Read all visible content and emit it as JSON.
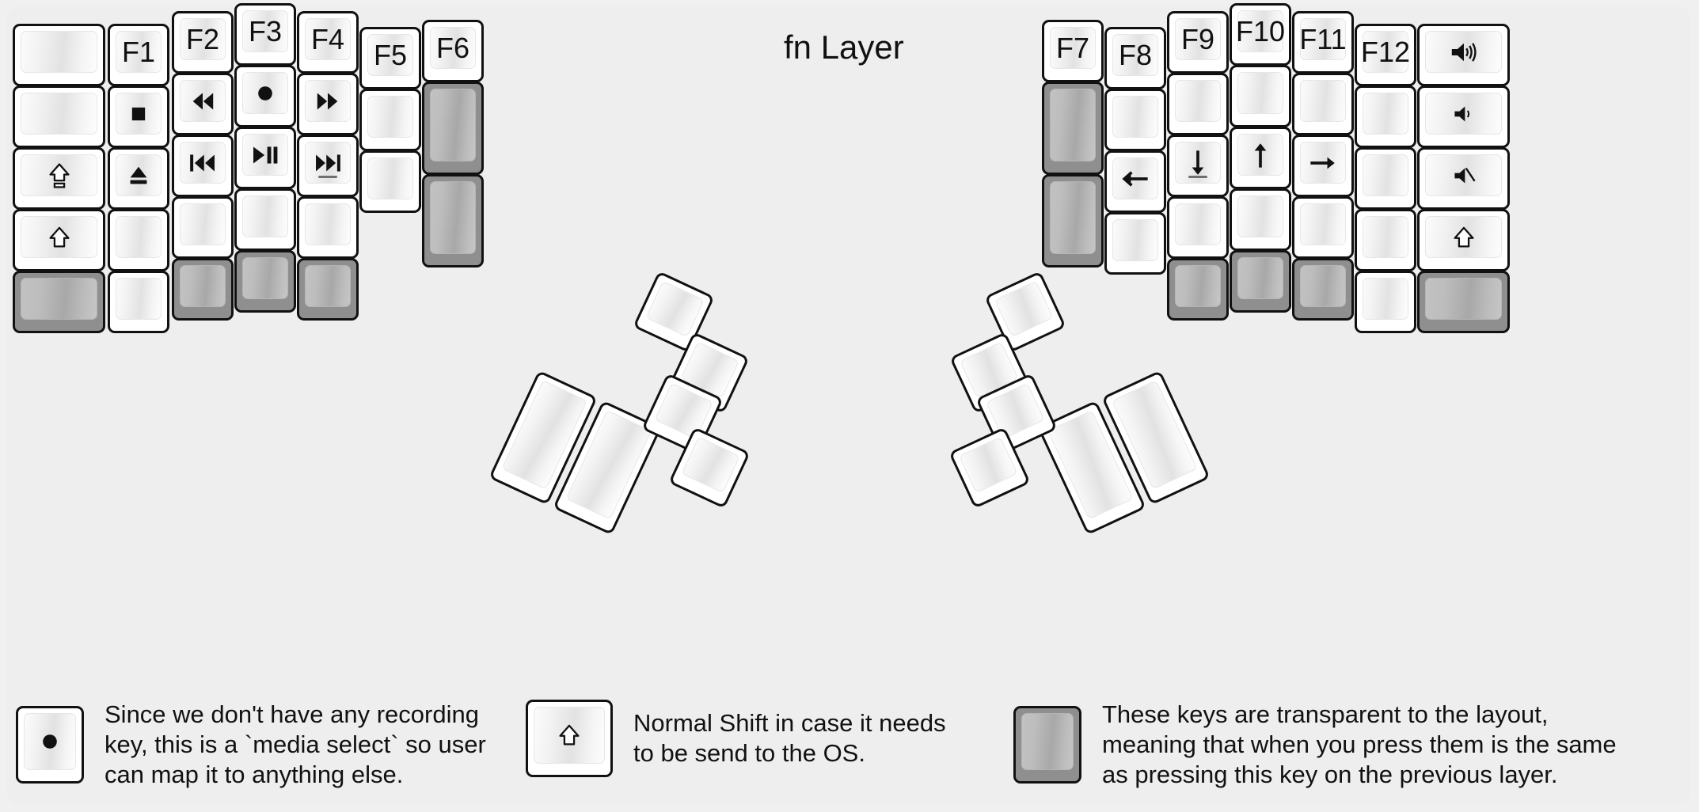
{
  "title": "fn Layer",
  "colors": {
    "background": "#f0f0f0",
    "panel": "#eeeeee",
    "key_face": "#ffffff",
    "key_outline": "#111111",
    "transparent_key": "#8f8f8f",
    "legend_text": "#111111"
  },
  "left_half": {
    "columns": [
      {
        "name": "pinky-outer",
        "keys": [
          {
            "label": "",
            "icon": "",
            "style": "normal"
          },
          {
            "label": "",
            "icon": "",
            "style": "normal"
          },
          {
            "label": "",
            "icon": "caps-lock-icon",
            "style": "normal"
          },
          {
            "label": "",
            "icon": "shift-icon",
            "style": "normal"
          },
          {
            "label": "",
            "icon": "",
            "style": "transparent"
          }
        ]
      },
      {
        "name": "pinky",
        "keys": [
          {
            "label": "F1",
            "icon": "",
            "style": "normal"
          },
          {
            "label": "",
            "icon": "media-stop-icon",
            "style": "normal"
          },
          {
            "label": "",
            "icon": "media-eject-icon",
            "style": "normal"
          },
          {
            "label": "",
            "icon": "",
            "style": "normal"
          },
          {
            "label": "",
            "icon": "",
            "style": "normal"
          }
        ]
      },
      {
        "name": "ring",
        "keys": [
          {
            "label": "F2",
            "icon": "",
            "style": "normal"
          },
          {
            "label": "",
            "icon": "media-rewind-icon",
            "style": "normal"
          },
          {
            "label": "",
            "icon": "media-previous-icon",
            "style": "normal"
          },
          {
            "label": "",
            "icon": "",
            "style": "normal"
          },
          {
            "label": "",
            "icon": "",
            "style": "transparent"
          }
        ]
      },
      {
        "name": "middle",
        "keys": [
          {
            "label": "F3",
            "icon": "",
            "style": "normal"
          },
          {
            "label": "",
            "icon": "media-record-icon",
            "style": "normal"
          },
          {
            "label": "",
            "icon": "media-play-pause-icon",
            "style": "normal"
          },
          {
            "label": "",
            "icon": "",
            "style": "normal"
          },
          {
            "label": "",
            "icon": "",
            "style": "transparent"
          }
        ]
      },
      {
        "name": "index",
        "keys": [
          {
            "label": "F4",
            "icon": "",
            "style": "normal"
          },
          {
            "label": "",
            "icon": "media-fast-forward-icon",
            "style": "normal"
          },
          {
            "label": "",
            "icon": "media-next-icon",
            "style": "normal",
            "homing": true
          },
          {
            "label": "",
            "icon": "",
            "style": "normal"
          },
          {
            "label": "",
            "icon": "",
            "style": "transparent"
          }
        ]
      },
      {
        "name": "index-inner",
        "keys": [
          {
            "label": "F5",
            "icon": "",
            "style": "normal"
          },
          {
            "label": "",
            "icon": "",
            "style": "normal"
          },
          {
            "label": "",
            "icon": "",
            "style": "normal"
          }
        ]
      },
      {
        "name": "inner",
        "keys": [
          {
            "label": "F6",
            "icon": "",
            "style": "normal"
          },
          {
            "label": "",
            "icon": "",
            "style": "transparent"
          },
          {
            "label": "",
            "icon": "",
            "style": "transparent"
          }
        ]
      }
    ],
    "thumb_cluster": {
      "big_keys": 2,
      "small_keys": 4,
      "labels": [
        "",
        "",
        "",
        "",
        "",
        ""
      ]
    }
  },
  "right_half": {
    "columns": [
      {
        "name": "inner",
        "keys": [
          {
            "label": "F7",
            "icon": "",
            "style": "normal"
          },
          {
            "label": "",
            "icon": "",
            "style": "transparent"
          },
          {
            "label": "",
            "icon": "",
            "style": "transparent"
          }
        ]
      },
      {
        "name": "index-inner",
        "keys": [
          {
            "label": "F8",
            "icon": "",
            "style": "normal"
          },
          {
            "label": "",
            "icon": "",
            "style": "normal"
          },
          {
            "label": "",
            "icon": "arrow-left-icon",
            "style": "normal"
          },
          {
            "label": "",
            "icon": "",
            "style": "normal"
          }
        ]
      },
      {
        "name": "index",
        "keys": [
          {
            "label": "F9",
            "icon": "",
            "style": "normal"
          },
          {
            "label": "",
            "icon": "",
            "style": "normal"
          },
          {
            "label": "",
            "icon": "arrow-down-icon",
            "style": "normal",
            "homing": true
          },
          {
            "label": "",
            "icon": "",
            "style": "normal"
          },
          {
            "label": "",
            "icon": "",
            "style": "transparent"
          }
        ]
      },
      {
        "name": "middle",
        "keys": [
          {
            "label": "F10",
            "icon": "",
            "style": "normal"
          },
          {
            "label": "",
            "icon": "",
            "style": "normal"
          },
          {
            "label": "",
            "icon": "arrow-up-icon",
            "style": "normal"
          },
          {
            "label": "",
            "icon": "",
            "style": "normal"
          },
          {
            "label": "",
            "icon": "",
            "style": "transparent"
          }
        ]
      },
      {
        "name": "ring",
        "keys": [
          {
            "label": "F11",
            "icon": "",
            "style": "normal"
          },
          {
            "label": "",
            "icon": "",
            "style": "normal"
          },
          {
            "label": "",
            "icon": "arrow-right-icon",
            "style": "normal"
          },
          {
            "label": "",
            "icon": "",
            "style": "normal"
          },
          {
            "label": "",
            "icon": "",
            "style": "transparent"
          }
        ]
      },
      {
        "name": "pinky",
        "keys": [
          {
            "label": "F12",
            "icon": "",
            "style": "normal"
          },
          {
            "label": "",
            "icon": "",
            "style": "normal"
          },
          {
            "label": "",
            "icon": "",
            "style": "normal"
          },
          {
            "label": "",
            "icon": "",
            "style": "normal"
          },
          {
            "label": "",
            "icon": "",
            "style": "normal"
          }
        ]
      },
      {
        "name": "pinky-outer",
        "keys": [
          {
            "label": "",
            "icon": "volume-up-icon",
            "style": "normal"
          },
          {
            "label": "",
            "icon": "volume-down-icon",
            "style": "normal"
          },
          {
            "label": "",
            "icon": "volume-mute-icon",
            "style": "normal"
          },
          {
            "label": "",
            "icon": "shift-icon",
            "style": "normal"
          },
          {
            "label": "",
            "icon": "",
            "style": "transparent"
          }
        ]
      }
    ],
    "thumb_cluster": {
      "big_keys": 2,
      "small_keys": 4,
      "labels": [
        "",
        "",
        "",
        "",
        "",
        ""
      ]
    }
  },
  "footer_legend": [
    {
      "key_icon": "media-record-icon",
      "key_style": "normal",
      "text": "Since we don't have any recording\nkey, this is a `media select` so user\ncan map it to anything else."
    },
    {
      "key_icon": "shift-icon",
      "key_style": "normal",
      "text": "Normal Shift in case it needs\nto be send to the OS."
    },
    {
      "key_icon": "",
      "key_style": "transparent",
      "text": "These keys are transparent to the layout,\nmeaning that when you press them is the same\nas pressing this key on the previous layer."
    }
  ]
}
